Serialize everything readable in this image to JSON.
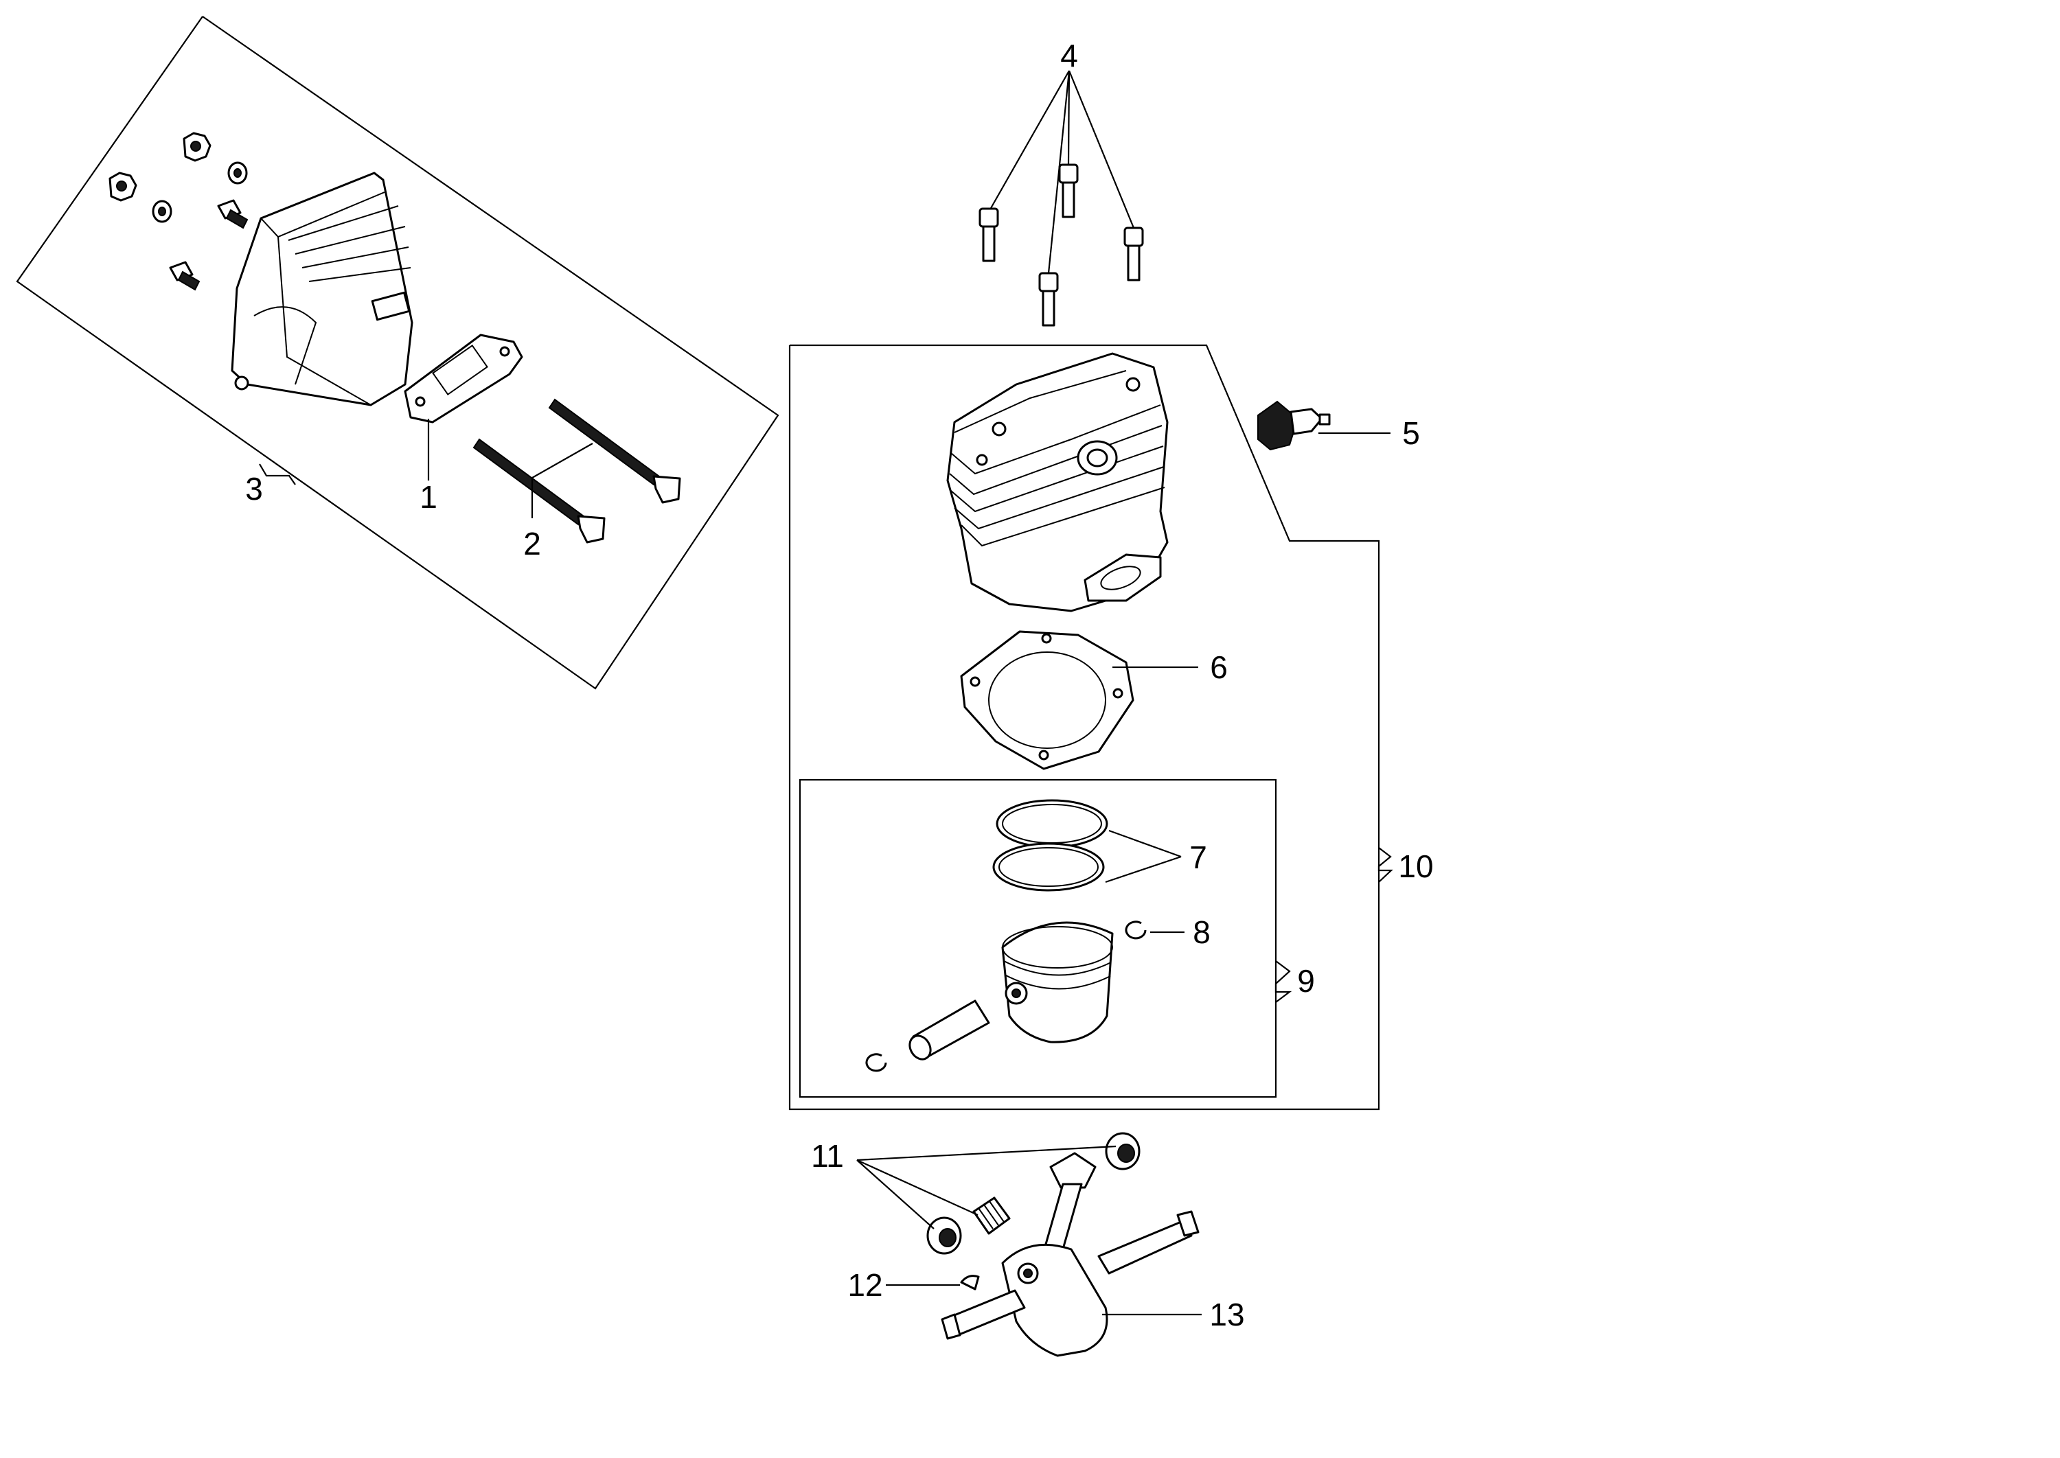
{
  "callouts": {
    "c1": "1",
    "c2": "2",
    "c3": "3",
    "c4": "4",
    "c5": "5",
    "c6": "6",
    "c7": "7",
    "c8": "8",
    "c9": "9",
    "c10": "10",
    "c11": "11",
    "c12": "12",
    "c13": "13"
  },
  "icons": [
    "muffler",
    "muffler-gasket",
    "muffler-bolt",
    "nut",
    "washer",
    "socket-head-screw",
    "spark-plug",
    "cylinder",
    "cylinder-gasket",
    "piston-ring",
    "piston",
    "piston-pin",
    "circlip",
    "needle-bearing",
    "oil-seal",
    "woodruff-key",
    "crankshaft"
  ]
}
